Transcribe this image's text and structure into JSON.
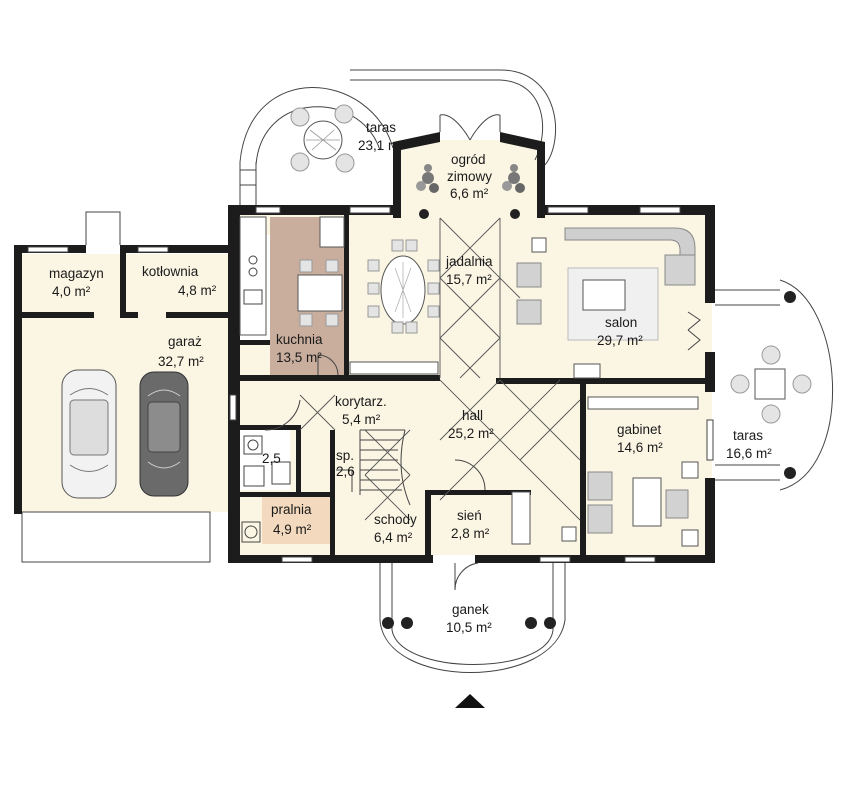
{
  "plan": {
    "rooms": [
      {
        "id": "magazyn",
        "name": "magazyn",
        "area": "4,0 m²"
      },
      {
        "id": "kotlownia",
        "name": "kotłownia",
        "area": "4,8 m²"
      },
      {
        "id": "garaz",
        "name": "garaż",
        "area": "32,7 m²"
      },
      {
        "id": "kuchnia",
        "name": "kuchnia",
        "area": "13,5 m²"
      },
      {
        "id": "jadalnia",
        "name": "jadalnia",
        "area": "15,7 m²"
      },
      {
        "id": "salon",
        "name": "salon",
        "area": "29,7 m²"
      },
      {
        "id": "ogrod",
        "name": "ogród",
        "name2": "zimowy",
        "area": "6,6 m²"
      },
      {
        "id": "taras1",
        "name": "taras",
        "area": "23,1 m²"
      },
      {
        "id": "korytarz",
        "name": "korytarz.",
        "area": "5,4 m²"
      },
      {
        "id": "lazienka",
        "name": "",
        "area": "2,5"
      },
      {
        "id": "spizarnia",
        "name": "sp.",
        "area": "2,6"
      },
      {
        "id": "pralnia",
        "name": "pralnia",
        "area": "4,9 m²"
      },
      {
        "id": "schody",
        "name": "schody",
        "area": "6,4 m²"
      },
      {
        "id": "hall",
        "name": "hall",
        "area": "25,2 m²"
      },
      {
        "id": "sien",
        "name": "sień",
        "area": "2,8 m²"
      },
      {
        "id": "gabinet",
        "name": "gabinet",
        "area": "14,6 m²"
      },
      {
        "id": "taras2",
        "name": "taras",
        "area": "16,6 m²"
      },
      {
        "id": "ganek",
        "name": "ganek",
        "area": "10,5 m²"
      }
    ]
  }
}
